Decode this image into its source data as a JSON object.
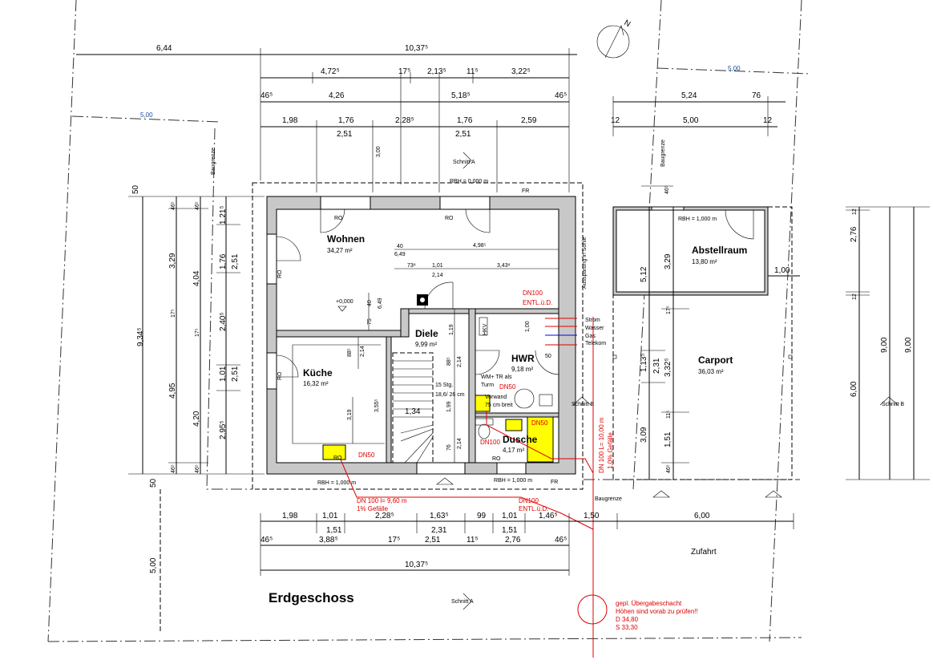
{
  "title": "Erdgeschoss",
  "rooms": [
    {
      "name": "Wohnen",
      "area": "34,27 m²"
    },
    {
      "name": "Küche",
      "area": "16,32 m²"
    },
    {
      "name": "Diele",
      "area": "9,99 m²"
    },
    {
      "name": "HWR",
      "area": "9,18 m²"
    },
    {
      "name": "Dusche",
      "area": "4,17 m²"
    },
    {
      "name": "Abstellraum",
      "area": "13,80 m²"
    },
    {
      "name": "Carport",
      "area": "36,03 m²"
    }
  ],
  "dims_top": [
    "6,44",
    "10,37⁵",
    "4,72⁵",
    "17⁵",
    "2,13⁵",
    "11⁵",
    "3,22⁵",
    "46⁵",
    "4,26",
    "5,18⁵",
    "46⁵",
    "1,98",
    "1,76",
    "2,28⁵",
    "1,76",
    "2,59",
    "2,51",
    "2,51",
    "5,24",
    "76",
    "12",
    "5,00",
    "12",
    "5,00",
    "5,00",
    "3,00"
  ],
  "dims_bottom": [
    "1,98",
    "1,01",
    "2,28⁵",
    "1,63⁵",
    "99",
    "1,01",
    "1,46⁵",
    "1,50",
    "6,00",
    "1,51",
    "2,31",
    "1,51",
    "46⁵",
    "3,88⁵",
    "17⁵",
    "2,51",
    "11⁵",
    "2,76",
    "46⁵",
    "10,37⁵",
    "5,00"
  ],
  "dims_left": [
    "50",
    "9,34⁵",
    "46⁵",
    "3,29",
    "17⁵",
    "4,95",
    "46⁵",
    "46⁵",
    "4,04",
    "17⁵",
    "4,20",
    "46⁵",
    "1,21⁵",
    "1,76",
    "2,40⁵",
    "1,01",
    "2,95⁵",
    "2,51",
    "2,51",
    "50"
  ],
  "dims_right": [
    "12",
    "2,76",
    "12",
    "6,00",
    "9,00",
    "9,00",
    "46⁵",
    "5,12",
    "3,29",
    "17⁵",
    "1,13⁵",
    "2,31",
    "3,32⁵",
    "11⁵",
    "3,09",
    "1,51",
    "46⁵",
    "1,00"
  ],
  "dims_interior": [
    "40",
    "4,98⁵",
    "6,49",
    "73⁸",
    "1,01",
    "3,43⁸",
    "2,14",
    "40",
    "6,49",
    "75",
    "1,19",
    "2,14",
    "88⁵",
    "1,99",
    "2,14",
    "76",
    "1,00",
    "50",
    "2,14",
    "88⁵",
    "3,19",
    "3,55⁵",
    "1,34"
  ],
  "labels": {
    "rbh0": "RBH = 0,000 m",
    "fr1": "FR",
    "fr2": "FR",
    "ro": "RO",
    "level": "+0,000",
    "hkv": "HKV",
    "strom": "Strom",
    "wasser": "Wasser",
    "gas": "Gas",
    "telekom": "Telekom",
    "wm1": "WM+ TR als",
    "wm2": "Turm",
    "vor1": "Vorwand",
    "vor2": "75 cm breit",
    "stairs1": "15 Stg.",
    "stairs2": "18,6/ 26 cm",
    "rbh1": "RBH = 1,000 m",
    "baugrenze": "Baugrenze",
    "aussparung": "Aussparung in Sohle",
    "schnittA": "Schnitt A",
    "schnittB": "Schnitt B",
    "zufahrt": "Zufahrt",
    "north": "N"
  },
  "pipes": {
    "dn100_entl_a": "DN100",
    "entl_a": "ENTL.ü.D.",
    "dn50a": "DN50",
    "dn50b": "DN50",
    "dn50c": "DN50",
    "dn100": "DN100",
    "pipe1a": "DN 100 l= 9,60 m",
    "pipe1b": "1% Gefälle",
    "dn100_entl_b": "DN100",
    "entl_b": "ENTL.ü.D.",
    "pipe2": "DN 100 L= 10,00 m",
    "pipe2b": "1,0% Gefälle"
  },
  "shaft": {
    "l1": "gepl. Übergabeschacht",
    "l2": "Höhen sind vorab zu prüfen!!",
    "l3": "D 34,80",
    "l4": "S 33,30"
  },
  "colors": {
    "red": "#e00000",
    "blue": "#0000ff",
    "yellow": "#ffff00",
    "wall": "#c8c8c8"
  }
}
